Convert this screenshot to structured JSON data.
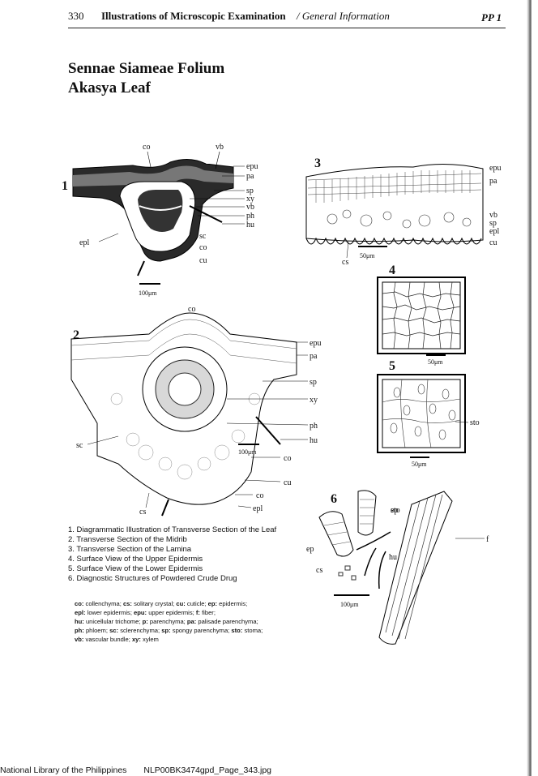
{
  "header": {
    "page_number": "330",
    "title": "Illustrations of Microscopic Examination",
    "subtitle": "/ General Information",
    "code": "PP 1"
  },
  "heading": {
    "line1": "Sennae Siameae Folium",
    "line2": "Akasya Leaf"
  },
  "figure1": {
    "number": "1",
    "labels": [
      "co",
      "vb",
      "epu",
      "pa",
      "sp",
      "xy",
      "vb",
      "ph",
      "hu",
      "sc",
      "co",
      "cu",
      "epl"
    ],
    "scale": "100μm"
  },
  "figure2": {
    "number": "2",
    "labels": [
      "co",
      "epu",
      "pa",
      "sp",
      "xy",
      "ph",
      "hu",
      "sc",
      "co",
      "cu",
      "co",
      "cs",
      "epl"
    ],
    "scale": "100μm"
  },
  "figure3": {
    "number": "3",
    "labels": [
      "epu",
      "pa",
      "vb",
      "sp",
      "epl",
      "cu",
      "cs"
    ],
    "scale": "50μm"
  },
  "figure4": {
    "number": "4",
    "scale": "50μm"
  },
  "figure5": {
    "number": "5",
    "labels": [
      "sto"
    ],
    "scale": "50μm"
  },
  "figure6": {
    "number": "6",
    "labels": [
      "sto",
      "ep",
      "ep",
      "hu",
      "cs",
      "f"
    ],
    "scale": "100μm"
  },
  "legend": [
    "1. Diagrammatic Illustration of Transverse Section of the Leaf",
    "2. Transverse Section of the  Midrib",
    "3. Transverse Section of the Lamina",
    "4. Surface View of the Upper Epidermis",
    "5. Surface View of the Lower Epidermis",
    "6. Diagnostic Structures of  Powdered Crude Drug"
  ],
  "abbreviations": [
    {
      "abbr": "co:",
      "text": "collenchyma; "
    },
    {
      "abbr": "cs:",
      "text": "solitary crystal; "
    },
    {
      "abbr": "cu:",
      "text": "cuticle; "
    },
    {
      "abbr": "ep:",
      "text": "epidermis; "
    },
    {
      "abbr": "epl:",
      "text": "lower epidermis; "
    },
    {
      "abbr": "epu:",
      "text": "upper epidermis; "
    },
    {
      "abbr": "f:",
      "text": "fiber; "
    },
    {
      "abbr": "hu:",
      "text": "unicellular trichome; "
    },
    {
      "abbr": "p:",
      "text": "parenchyma; "
    },
    {
      "abbr": "pa:",
      "text": "palisade parenchyma; "
    },
    {
      "abbr": "ph:",
      "text": "phloem; "
    },
    {
      "abbr": "sc:",
      "text": "sclerenchyma; "
    },
    {
      "abbr": "sp:",
      "text": "spongy parenchyma; "
    },
    {
      "abbr": "sto:",
      "text": "stoma; "
    },
    {
      "abbr": "vb:",
      "text": "vascular bundle; "
    },
    {
      "abbr": "xy:",
      "text": "xylem"
    }
  ],
  "footer": {
    "library": "National Library of the Philippines",
    "file": "NLP00BK3474gpd_Page_343.jpg"
  }
}
